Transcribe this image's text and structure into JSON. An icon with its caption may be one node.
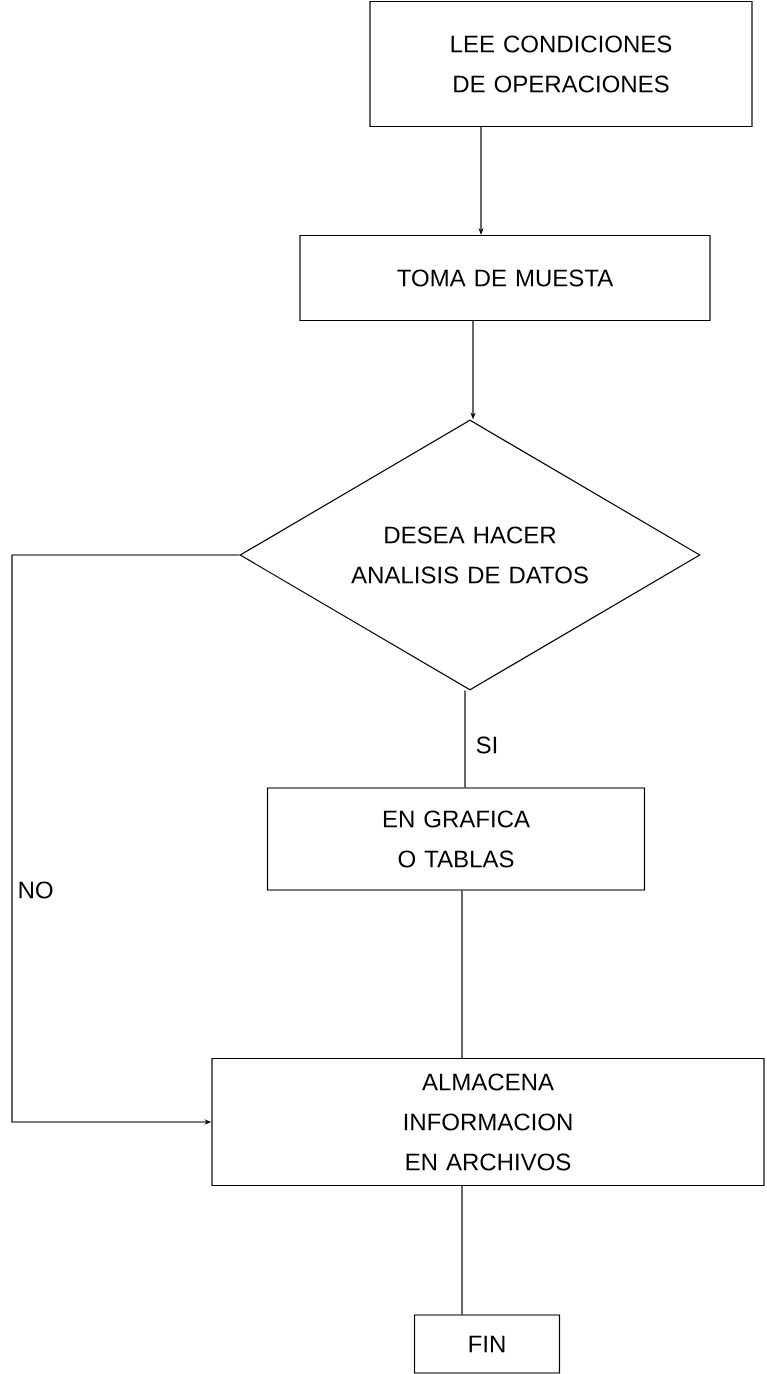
{
  "diagram": {
    "nodes": [
      {
        "text": [
          "LEE CONDICIONES DE OPERACIONES"
        ]
      },
      {
        "text": [
          "TOMA DE MUESTA"
        ]
      },
      {
        "text": [
          "DESEA HACER ANALISIS DE DATOS"
        ]
      },
      {
        "text": [
          "EN GRAFICA O TABLAS"
        ]
      },
      {
        "text": [
          "ALMACENA INFORMACION EN ARCHIVOS"
        ]
      },
      {
        "text": [
          "FIN"
        ]
      }
    ],
    "edges": [
      {
        "from": 0,
        "to": 1,
        "arrow": "to"
      },
      {
        "from": 1,
        "to": 2,
        "arrow": "to"
      },
      {
        "from": 2,
        "to": 3,
        "arrow": "none",
        "label": "SI"
      },
      {
        "from": 3,
        "to": 4,
        "arrow": "none"
      },
      {
        "from": 2,
        "to": 4,
        "arrow": "to",
        "label": "NO"
      },
      {
        "from": 4,
        "to": 5,
        "arrow": "none"
      }
    ]
  }
}
